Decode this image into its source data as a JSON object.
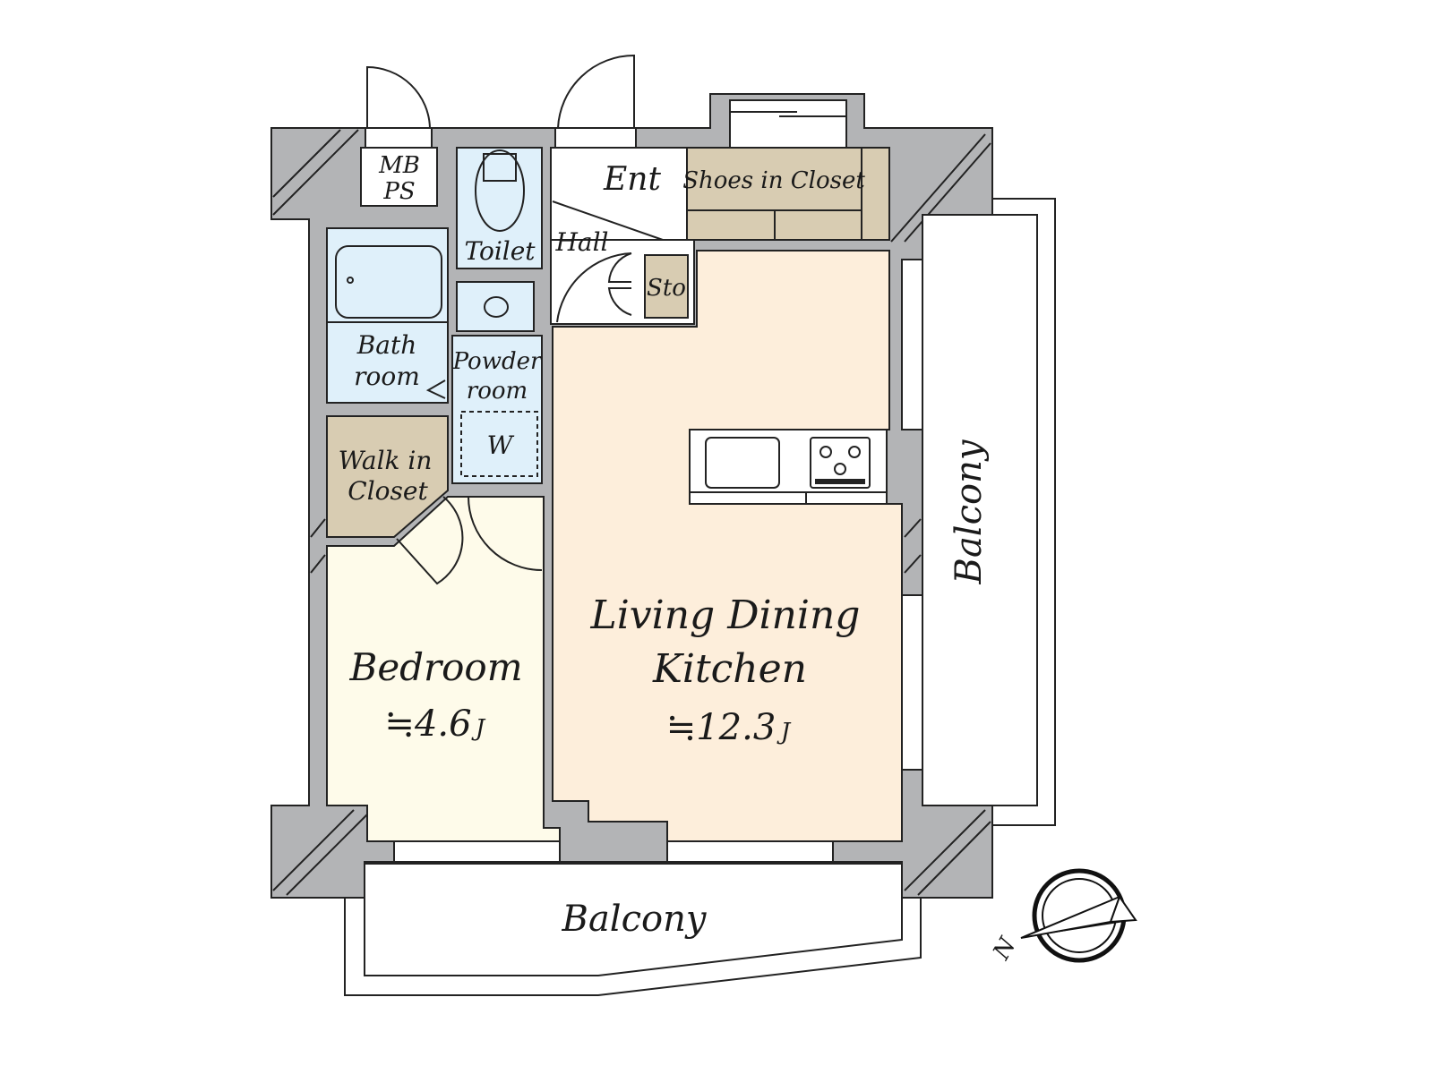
{
  "plan": {
    "rooms": {
      "mbps": {
        "line1": "MB",
        "line2": "PS"
      },
      "toilet": {
        "label": "Toilet"
      },
      "entrance": {
        "label": "Ent"
      },
      "shoes_closet": {
        "label": "Shoes in Closet"
      },
      "hall": {
        "label": "Hall"
      },
      "storage": {
        "label": "Sto"
      },
      "bathroom": {
        "line1": "Bath",
        "line2": "room"
      },
      "powder_room": {
        "line1": "Powder",
        "line2": "room"
      },
      "washer": {
        "label": "W"
      },
      "walk_in_closet": {
        "line1": "Walk in",
        "line2": "Closet"
      },
      "bedroom": {
        "label": "Bedroom",
        "area": "≒4.6",
        "unit": "J"
      },
      "ldk": {
        "line1": "Living Dining",
        "line2": "Kitchen",
        "area": "≒12.3",
        "unit": "J"
      },
      "balcony_right": {
        "label": "Balcony"
      },
      "balcony_bottom": {
        "label": "Balcony"
      }
    },
    "compass": {
      "label": "N"
    },
    "colors": {
      "wall": "#b3b4b6",
      "wet_area": "#dff0fa",
      "storage": "#d8ccb2",
      "bedroom": "#fefbea",
      "ldk": "#fdeedb"
    }
  }
}
